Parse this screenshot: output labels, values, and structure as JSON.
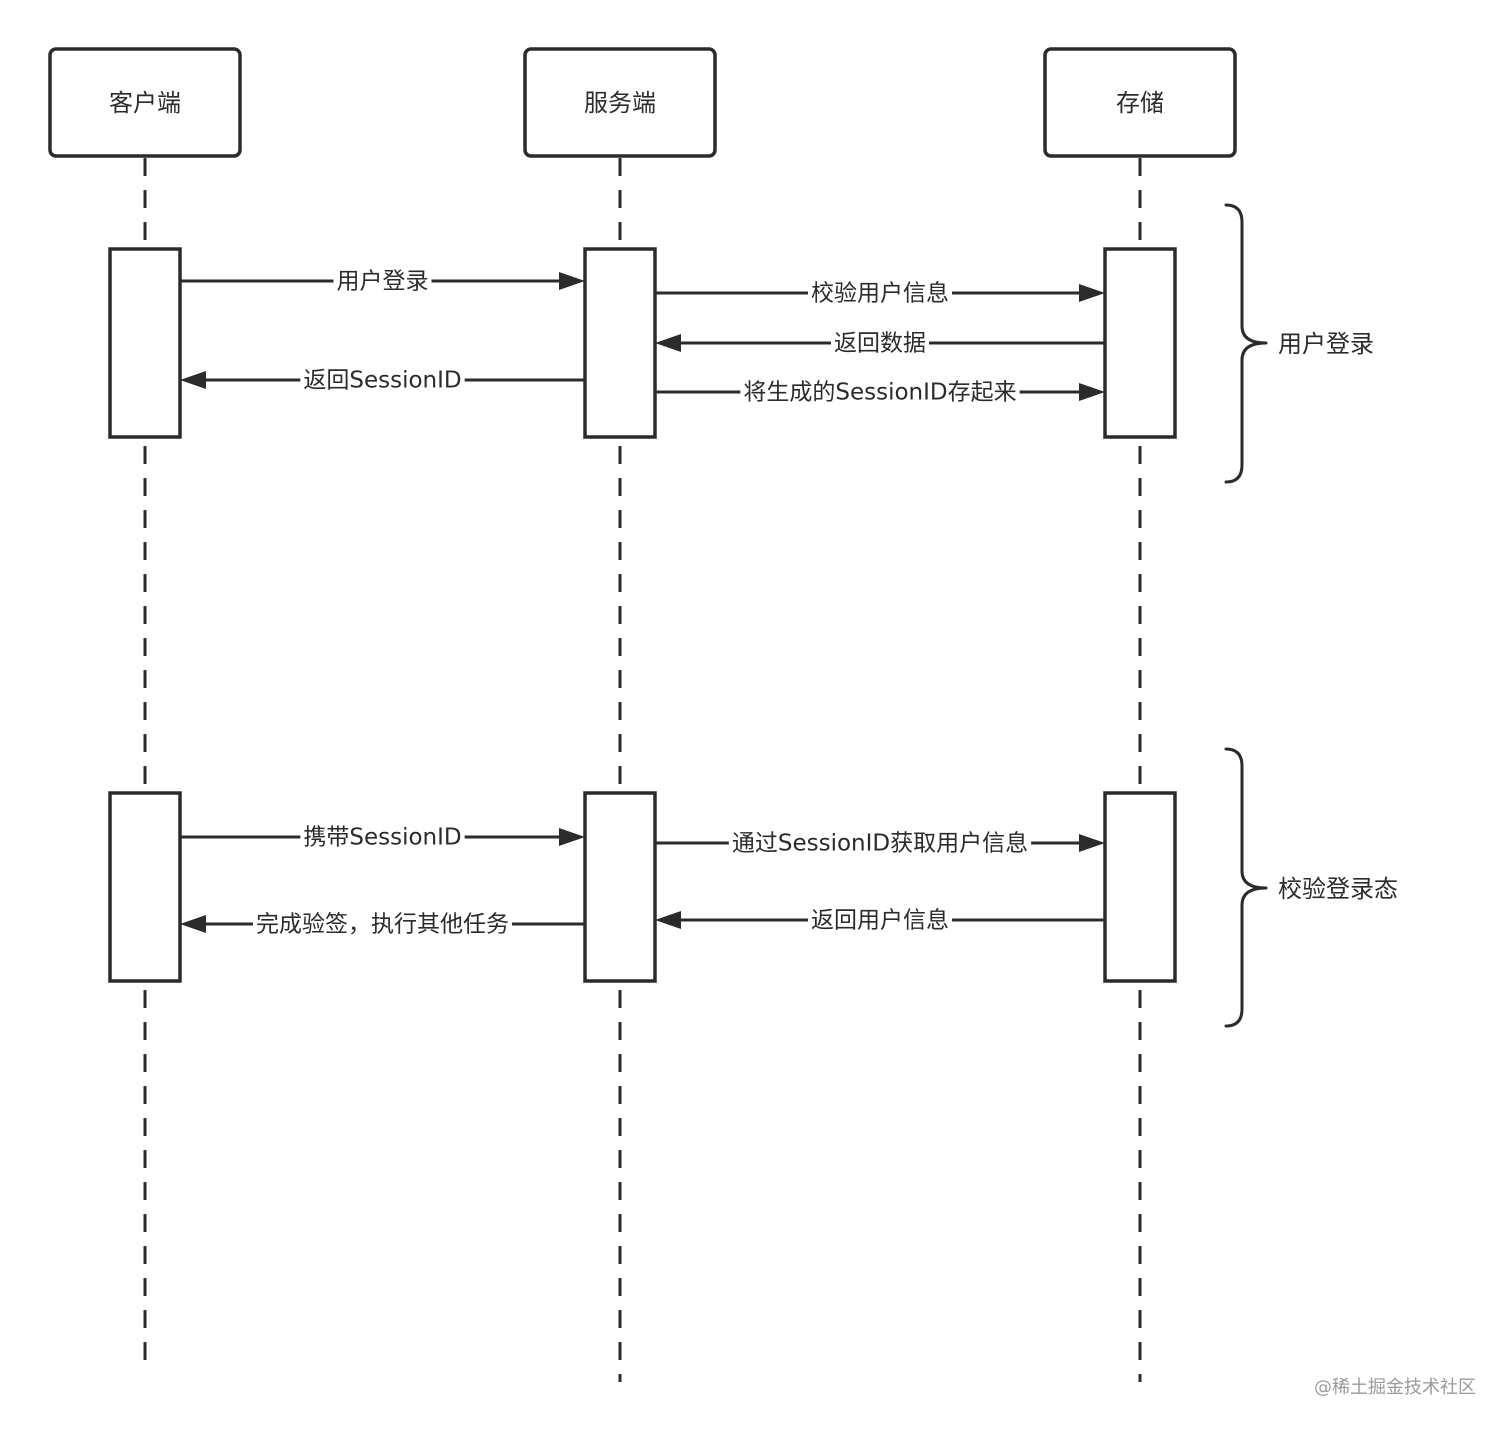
{
  "participants": [
    {
      "id": "client",
      "label": "客户端"
    },
    {
      "id": "server",
      "label": "服务端"
    },
    {
      "id": "storage",
      "label": "存储"
    }
  ],
  "messages": [
    {
      "id": "m1",
      "from": "client",
      "to": "server",
      "label": "用户登录"
    },
    {
      "id": "m2",
      "from": "server",
      "to": "storage",
      "label": "校验用户信息"
    },
    {
      "id": "m3",
      "from": "storage",
      "to": "server",
      "label": "返回数据"
    },
    {
      "id": "m4",
      "from": "server",
      "to": "client",
      "label": "返回SessionID"
    },
    {
      "id": "m5",
      "from": "server",
      "to": "storage",
      "label": "将生成的SessionID存起来"
    },
    {
      "id": "m6",
      "from": "client",
      "to": "server",
      "label": "携带SessionID"
    },
    {
      "id": "m7",
      "from": "server",
      "to": "storage",
      "label": "通过SessionID获取用户信息"
    },
    {
      "id": "m8",
      "from": "storage",
      "to": "server",
      "label": "返回用户信息"
    },
    {
      "id": "m9",
      "from": "server",
      "to": "client",
      "label": "完成验签，执行其他任务"
    }
  ],
  "groups": [
    {
      "id": "g1",
      "label": "用户登录"
    },
    {
      "id": "g2",
      "label": "校验登录态"
    }
  ],
  "watermark": "@稀土掘金技术社区",
  "colors": {
    "stroke": "#2b2b2b",
    "background": "#ffffff",
    "watermark": "#9a9a9a"
  }
}
